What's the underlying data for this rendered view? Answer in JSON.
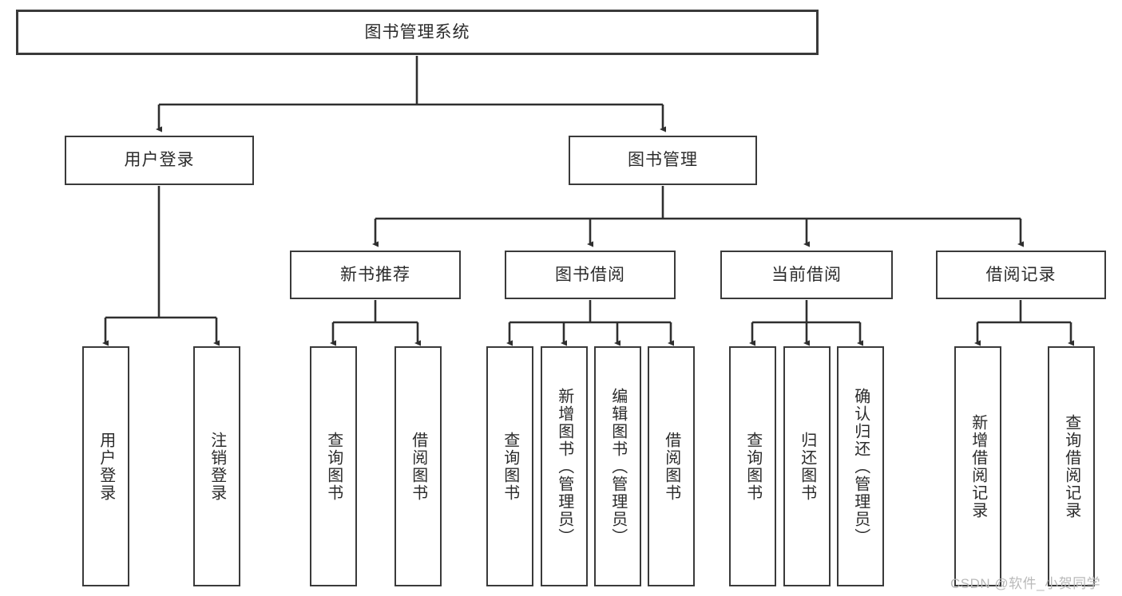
{
  "diagram": {
    "type": "tree-hierarchy",
    "title": "图书管理系统",
    "watermark": "CSDN @软件_小贺同学",
    "colors": {
      "box_border": "#3a3a3a",
      "box_fill": "#ffffff",
      "connector": "#2f2f2f",
      "text": "#2b2b2b",
      "watermark": "#b9b9b9"
    },
    "root": {
      "label": "图书管理系统"
    },
    "level2": [
      {
        "label": "用户登录"
      },
      {
        "label": "图书管理"
      }
    ],
    "level3": [
      {
        "label": "新书推荐"
      },
      {
        "label": "图书借阅"
      },
      {
        "label": "当前借阅"
      },
      {
        "label": "借阅记录"
      }
    ],
    "leaves": {
      "user_login": [
        {
          "label": "用户登录"
        },
        {
          "label": "注销登录"
        }
      ],
      "new_book_recommend": [
        {
          "label": "查询图书"
        },
        {
          "label": "借阅图书"
        }
      ],
      "book_borrow": [
        {
          "label": "查询图书"
        },
        {
          "label": "新增图书（管理员）"
        },
        {
          "label": "编辑图书（管理员）"
        },
        {
          "label": "借阅图书"
        }
      ],
      "current_borrow": [
        {
          "label": "查询图书"
        },
        {
          "label": "归还图书"
        },
        {
          "label": "确认归还（管理员）"
        }
      ],
      "borrow_record": [
        {
          "label": "新增借阅记录"
        },
        {
          "label": "查询借阅记录"
        }
      ]
    }
  }
}
